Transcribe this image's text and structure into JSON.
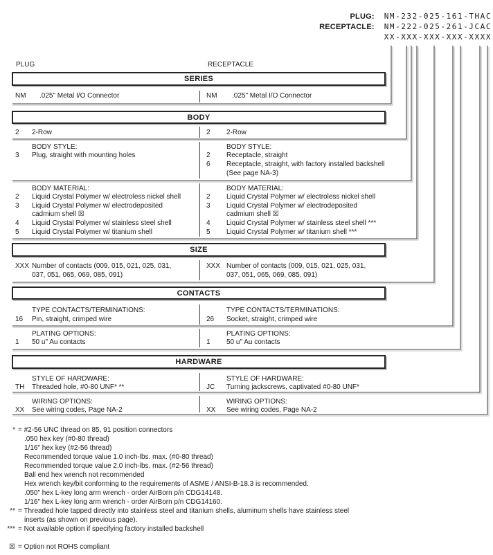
{
  "header": {
    "plug_label": "PLUG:",
    "plug_value": "NM-232-025-161-THAC",
    "receptacle_label": "RECEPTACLE:",
    "receptacle_value": "NM-222-025-261-JCAC",
    "mask_value": "XX-XXX-XXX-XXX-XXXX"
  },
  "columns": {
    "left": "PLUG",
    "right": "RECEPTACLE"
  },
  "series": {
    "title": "SERIES",
    "plug_code": "NM",
    "plug_desc": ".025\" Metal I/O Connector",
    "rcpt_code": "NM",
    "rcpt_desc": ".025\" Metal I/O Connector"
  },
  "body": {
    "title": "BODY",
    "rows_plug_code": "2",
    "rows_plug_desc": "2-Row",
    "rows_rcpt_code": "2",
    "rows_rcpt_desc": "2-Row",
    "style_heading": "BODY STYLE:",
    "style_plug_code": "3",
    "style_plug_desc": "Plug, straight with mounting holes",
    "style_rcpt1_code": "2",
    "style_rcpt1_desc": "Receptacle, straight",
    "style_rcpt2_code": "6",
    "style_rcpt2_desc": "Receptacle, straight, with factory installed backshell",
    "style_rcpt2_note": "(See page NA-3)",
    "material_heading": "BODY MATERIAL:",
    "mat1_code": "2",
    "mat1_desc": "Liquid Crystal Polymer w/ electroless nickel shell",
    "mat2_code": "3",
    "mat2_desc": "Liquid Crystal Polymer w/ electrodeposited",
    "mat2_cont": "cadmium shell ☒",
    "mat3_code": "4",
    "mat3_plug_desc": "Liquid Crystal Polymer w/ stainless steel shell",
    "mat3_rcpt_desc": "Liquid Crystal Polymer w/ stainless steel shell ***",
    "mat4_code": "5",
    "mat4_plug_desc": "Liquid Crystal Polymer w/ titanium shell",
    "mat4_rcpt_desc": "Liquid Crystal Polymer w/ titanium shell ***"
  },
  "size": {
    "title": "SIZE",
    "code": "XXX",
    "desc_line1": "Number of contacts (009, 015, 021, 025, 031,",
    "desc_line2": "037, 051, 065, 069, 085, 091)"
  },
  "contacts": {
    "title": "CONTACTS",
    "type_heading": "TYPE CONTACTS/TERMINATIONS:",
    "type_plug_code": "16",
    "type_plug_desc": "Pin, straight, crimped wire",
    "type_rcpt_code": "26",
    "type_rcpt_desc": "Socket, straight, crimped wire",
    "plating_heading": "PLATING OPTIONS:",
    "plating_code": "1",
    "plating_desc": "50 u\" Au contacts"
  },
  "hardware": {
    "title": "HARDWARE",
    "style_heading": "STYLE OF HARDWARE:",
    "style_plug_code": "TH",
    "style_plug_desc": "Threaded hole, #0-80 UNF* **",
    "style_rcpt_code": "JC",
    "style_rcpt_desc": "Turning jackscrews, captivated #0-80 UNF*",
    "wiring_heading": "WIRING OPTIONS:",
    "wiring_code": "XX",
    "wiring_desc": "See wiring codes, Page NA-2"
  },
  "footnotes": [
    {
      "marker": "*",
      "text": "= #2-56 UNC thread on 85, 91 position connectors"
    },
    {
      "marker": "",
      "text": ".050 hex key (#0-80 thread)"
    },
    {
      "marker": "",
      "text": "1/16\" hex key (#2-56 thread)"
    },
    {
      "marker": "",
      "text": "Recommended torque value 1.0 inch-lbs. max. (#0-80 thread)"
    },
    {
      "marker": "",
      "text": "Recommended torque value 2.0 inch-lbs. max. (#2-56 thread)"
    },
    {
      "marker": "",
      "text": "Ball end hex wrench not recommended"
    },
    {
      "marker": "",
      "text": "Hex wrench key/bit conforming to the requirements of ASME / ANSI-B-18.3 is recommended."
    },
    {
      "marker": "",
      "text": ".050\" hex L-key long arm wrench - order AirBorn p/n CDG14148."
    },
    {
      "marker": "",
      "text": "1/16\" hex L-key long arm wrench - order AirBorn p/n CDG14160."
    },
    {
      "marker": "**",
      "text": "= Threaded hole tapped directly into stainless steel and titanium shells, aluminum shells have stainless steel"
    },
    {
      "marker": "",
      "text": "inserts (as shown on previous page)."
    },
    {
      "marker": "***",
      "text": "= Not available option if specifying factory installed backshell"
    },
    {
      "marker": "☒",
      "text": "= Option not ROHS compliant"
    }
  ]
}
